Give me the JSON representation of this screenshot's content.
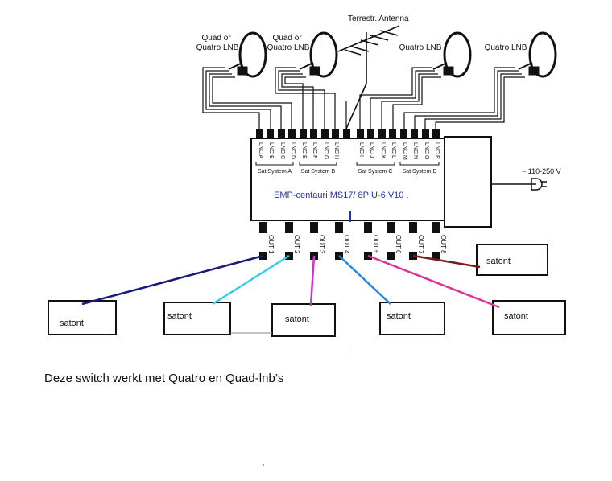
{
  "antenna_label": "Terrestr. Antenna",
  "lnbs": [
    "Quad or\nQuatro LNB",
    "Quad or\nQuatro LNB",
    "Quatro LNB",
    "Quatro LNB"
  ],
  "input_labels": [
    "LNC A",
    "LNC B",
    "LNC C",
    "LNC D",
    "LNC E",
    "LNC F",
    "LNC G",
    "LNC H",
    "LNC I",
    "LNC J",
    "LNC K",
    "LNC L",
    "LNC M",
    "LNC N",
    "LNC O",
    "LNC P"
  ],
  "sat_systems": [
    "Sat System A",
    "Sat System B",
    "Sat System C",
    "Sat System D"
  ],
  "switch_model": "EMP-centauri MS17/ 8PIU-6 V10 .",
  "power_label": "~ 110-250 V",
  "outputs": [
    "OUT 1",
    "OUT 2",
    "OUT 3",
    "OUT 4",
    "OUT 5",
    "OUT 6",
    "OUT 7",
    "OUT 8"
  ],
  "receiver_label": "satont",
  "cable_colors": [
    "#1a1a7a",
    "#33ccee",
    "#cc33cc",
    "#2288dd",
    "#dd3399",
    "#7a1a1a"
  ],
  "caption": "Deze switch werkt  met  Quatro en Quad-lnb’s"
}
